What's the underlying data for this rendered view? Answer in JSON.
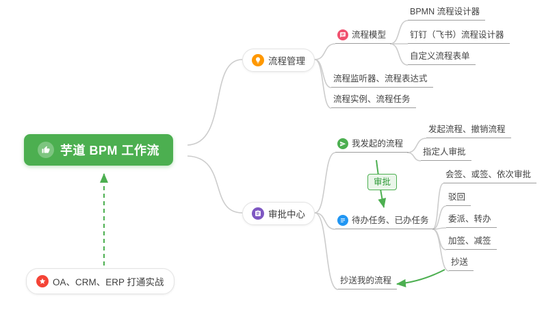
{
  "root": {
    "label": "芋道 BPM 工作流",
    "icon": "thumbs-up-icon"
  },
  "process": {
    "label": "流程管理",
    "icon": "lightbulb-icon",
    "model": {
      "label": "流程模型",
      "icon": "comment-icon",
      "children": [
        "BPMN 流程设计器",
        "钉钉（飞书）流程设计器",
        "自定义流程表单"
      ]
    },
    "listener": "流程监听器、流程表达式",
    "instance": "流程实例、流程任务"
  },
  "approval": {
    "label": "审批中心",
    "icon": "clipboard-icon",
    "initiated": {
      "label": "我发起的流程",
      "icon": "send-icon",
      "children": [
        "发起流程、撤销流程",
        "指定人审批"
      ]
    },
    "tasks": {
      "label": "待办任务、已办任务",
      "icon": "checklist-icon",
      "children": [
        "会签、或签、依次审批",
        "驳回",
        "委派、转办",
        "加签、减签",
        "抄送"
      ]
    },
    "cc": "抄送我的流程"
  },
  "practice": {
    "label": "OA、CRM、ERP 打通实战",
    "icon": "star-icon"
  },
  "relation": {
    "label": "审批"
  },
  "colors": {
    "root_bg": "#4caf50",
    "process_icon": "#ff9800",
    "approval_icon": "#7e57c2",
    "model_icon": "#f0506e",
    "initiated_icon": "#4caf50",
    "tasks_icon": "#2196f3",
    "practice_icon": "#f44336",
    "relation_green": "#4caf50",
    "connector_gray": "#cccccc"
  }
}
